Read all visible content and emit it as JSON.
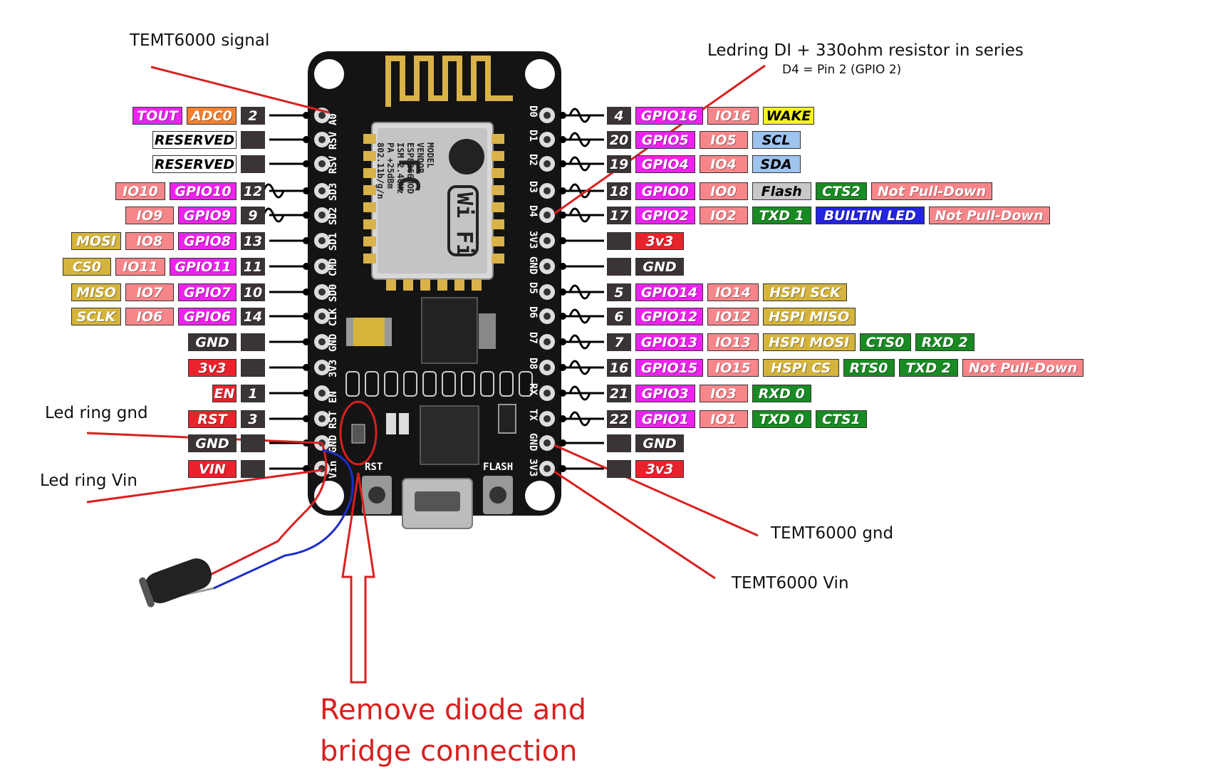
{
  "annotations": {
    "temt_signal": "TEMT6000 signal",
    "ledring_di": "Ledring DI + 330ohm resistor in series",
    "d4_pin": "D4 = Pin 2 (GPIO 2)",
    "led_gnd": "Led ring gnd",
    "led_vin": "Led ring Vin",
    "temt_gnd": "TEMT6000 gnd",
    "temt_vin": "TEMT6000 Vin",
    "remove_line1": "Remove diode and",
    "remove_line2": "bridge connection"
  },
  "colors": {
    "magenta": "#ee22ee",
    "orange": "#f58230",
    "salmon": "#f7868a",
    "gold": "#d4b43c",
    "red": "#e8232b",
    "dark": "#3b3434",
    "green": "#1a8a24",
    "blue": "#2323e0",
    "yellow": "#f5f51e",
    "lightblue": "#9ec3ef",
    "gray": "#c8c8c8",
    "white": "#ffffff",
    "annotation_red": "#d9201f",
    "board": "#141414"
  },
  "left_pins": [
    {
      "silk": "A0",
      "labels": [
        {
          "t": "TOUT",
          "c": "magenta"
        },
        {
          "t": "ADC0",
          "c": "orange"
        },
        {
          "t": "2",
          "c": "dark"
        }
      ]
    },
    {
      "silk": "RSV",
      "labels": [
        {
          "t": "RESERVED",
          "c": "white"
        },
        {
          "t": "",
          "c": "dark"
        }
      ]
    },
    {
      "silk": "RSV",
      "labels": [
        {
          "t": "RESERVED",
          "c": "white"
        },
        {
          "t": "",
          "c": "dark"
        }
      ]
    },
    {
      "silk": "SD3",
      "labels": [
        {
          "t": "IO10",
          "c": "salmon"
        },
        {
          "t": "GPIO10",
          "c": "magenta"
        },
        {
          "t": "12",
          "c": "dark"
        }
      ]
    },
    {
      "silk": "SD2",
      "labels": [
        {
          "t": "IO9",
          "c": "salmon"
        },
        {
          "t": "GPIO9",
          "c": "magenta"
        },
        {
          "t": "9",
          "c": "dark"
        }
      ]
    },
    {
      "silk": "SD1",
      "labels": [
        {
          "t": "MOSI",
          "c": "gold"
        },
        {
          "t": "IO8",
          "c": "salmon"
        },
        {
          "t": "GPIO8",
          "c": "magenta"
        },
        {
          "t": "13",
          "c": "dark"
        }
      ]
    },
    {
      "silk": "CMD",
      "labels": [
        {
          "t": "CS0",
          "c": "gold"
        },
        {
          "t": "IO11",
          "c": "salmon"
        },
        {
          "t": "GPIO11",
          "c": "magenta"
        },
        {
          "t": "11",
          "c": "dark"
        }
      ]
    },
    {
      "silk": "SD0",
      "labels": [
        {
          "t": "MISO",
          "c": "gold"
        },
        {
          "t": "IO7",
          "c": "salmon"
        },
        {
          "t": "GPIO7",
          "c": "magenta"
        },
        {
          "t": "10",
          "c": "dark"
        }
      ]
    },
    {
      "silk": "CLK",
      "labels": [
        {
          "t": "SCLK",
          "c": "gold"
        },
        {
          "t": "IO6",
          "c": "salmon"
        },
        {
          "t": "GPIO6",
          "c": "magenta"
        },
        {
          "t": "14",
          "c": "dark"
        }
      ]
    },
    {
      "silk": "GND",
      "labels": [
        {
          "t": "GND",
          "c": "dark"
        },
        {
          "t": "",
          "c": "dark"
        }
      ]
    },
    {
      "silk": "3V3",
      "labels": [
        {
          "t": "3v3",
          "c": "red"
        },
        {
          "t": "",
          "c": "dark"
        }
      ]
    },
    {
      "silk": "EN",
      "labels": [
        {
          "t": "EN",
          "c": "red"
        },
        {
          "t": "1",
          "c": "dark"
        }
      ]
    },
    {
      "silk": "RST",
      "labels": [
        {
          "t": "RST",
          "c": "red"
        },
        {
          "t": "3",
          "c": "dark"
        }
      ]
    },
    {
      "silk": "GND",
      "labels": [
        {
          "t": "GND",
          "c": "dark"
        },
        {
          "t": "",
          "c": "dark"
        }
      ]
    },
    {
      "silk": "Vin",
      "labels": [
        {
          "t": "VIN",
          "c": "red"
        },
        {
          "t": "",
          "c": "dark"
        }
      ]
    }
  ],
  "right_pins": [
    {
      "silk": "D0",
      "labels": [
        {
          "t": "4",
          "c": "dark"
        },
        {
          "t": "GPIO16",
          "c": "magenta"
        },
        {
          "t": "IO16",
          "c": "salmon"
        },
        {
          "t": "WAKE",
          "c": "yellow"
        }
      ]
    },
    {
      "silk": "D1",
      "labels": [
        {
          "t": "20",
          "c": "dark"
        },
        {
          "t": "GPIO5",
          "c": "magenta"
        },
        {
          "t": "IO5",
          "c": "salmon"
        },
        {
          "t": "SCL",
          "c": "lightblue"
        }
      ]
    },
    {
      "silk": "D2",
      "labels": [
        {
          "t": "19",
          "c": "dark"
        },
        {
          "t": "GPIO4",
          "c": "magenta"
        },
        {
          "t": "IO4",
          "c": "salmon"
        },
        {
          "t": "SDA",
          "c": "lightblue"
        }
      ]
    },
    {
      "silk": "D3",
      "labels": [
        {
          "t": "18",
          "c": "dark"
        },
        {
          "t": "GPIO0",
          "c": "magenta"
        },
        {
          "t": "IO0",
          "c": "salmon"
        },
        {
          "t": "Flash",
          "c": "gray"
        },
        {
          "t": "CTS2",
          "c": "green"
        },
        {
          "t": "Not Pull-Down",
          "c": "salmon"
        }
      ]
    },
    {
      "silk": "D4",
      "labels": [
        {
          "t": "17",
          "c": "dark"
        },
        {
          "t": "GPIO2",
          "c": "magenta"
        },
        {
          "t": "IO2",
          "c": "salmon"
        },
        {
          "t": "TXD 1",
          "c": "green"
        },
        {
          "t": "BUILTIN LED",
          "c": "blue"
        },
        {
          "t": "Not Pull-Down",
          "c": "salmon"
        }
      ]
    },
    {
      "silk": "3V3",
      "labels": [
        {
          "t": "",
          "c": "dark"
        },
        {
          "t": "3v3",
          "c": "red"
        }
      ]
    },
    {
      "silk": "GND",
      "labels": [
        {
          "t": "",
          "c": "dark"
        },
        {
          "t": "GND",
          "c": "dark"
        }
      ]
    },
    {
      "silk": "D5",
      "labels": [
        {
          "t": "5",
          "c": "dark"
        },
        {
          "t": "GPIO14",
          "c": "magenta"
        },
        {
          "t": "IO14",
          "c": "salmon"
        },
        {
          "t": "HSPI SCK",
          "c": "gold"
        }
      ]
    },
    {
      "silk": "D6",
      "labels": [
        {
          "t": "6",
          "c": "dark"
        },
        {
          "t": "GPIO12",
          "c": "magenta"
        },
        {
          "t": "IO12",
          "c": "salmon"
        },
        {
          "t": "HSPI MISO",
          "c": "gold"
        }
      ]
    },
    {
      "silk": "D7",
      "labels": [
        {
          "t": "7",
          "c": "dark"
        },
        {
          "t": "GPIO13",
          "c": "magenta"
        },
        {
          "t": "IO13",
          "c": "salmon"
        },
        {
          "t": "HSPI MOSI",
          "c": "gold"
        },
        {
          "t": "CTS0",
          "c": "green"
        },
        {
          "t": "RXD 2",
          "c": "green"
        }
      ]
    },
    {
      "silk": "D8",
      "labels": [
        {
          "t": "16",
          "c": "dark"
        },
        {
          "t": "GPIO15",
          "c": "magenta"
        },
        {
          "t": "IO15",
          "c": "salmon"
        },
        {
          "t": "HSPI CS",
          "c": "gold"
        },
        {
          "t": "RTS0",
          "c": "green"
        },
        {
          "t": "TXD 2",
          "c": "green"
        },
        {
          "t": "Not Pull-Down",
          "c": "salmon"
        }
      ]
    },
    {
      "silk": "RX",
      "labels": [
        {
          "t": "21",
          "c": "dark"
        },
        {
          "t": "GPIO3",
          "c": "magenta"
        },
        {
          "t": "IO3",
          "c": "salmon"
        },
        {
          "t": "RXD 0",
          "c": "green"
        }
      ]
    },
    {
      "silk": "TX",
      "labels": [
        {
          "t": "22",
          "c": "dark"
        },
        {
          "t": "GPIO1",
          "c": "magenta"
        },
        {
          "t": "IO1",
          "c": "salmon"
        },
        {
          "t": "TXD 0",
          "c": "green"
        },
        {
          "t": "CTS1",
          "c": "green"
        }
      ]
    },
    {
      "silk": "GND",
      "labels": [
        {
          "t": "",
          "c": "dark"
        },
        {
          "t": "GND",
          "c": "dark"
        }
      ]
    },
    {
      "silk": "3V3",
      "labels": [
        {
          "t": "",
          "c": "dark"
        },
        {
          "t": "3v3",
          "c": "red"
        }
      ]
    }
  ],
  "board": {
    "rst_label": "RST",
    "flash_label": "FLASH",
    "module_text": [
      "MODEL",
      "VENDOR",
      "ESP8266MOD",
      "ISM 2.4GHz",
      "PA +25dBm",
      "802.11b/g/n"
    ],
    "wifi_text": "Wi Fi",
    "fc_text": "FC"
  }
}
